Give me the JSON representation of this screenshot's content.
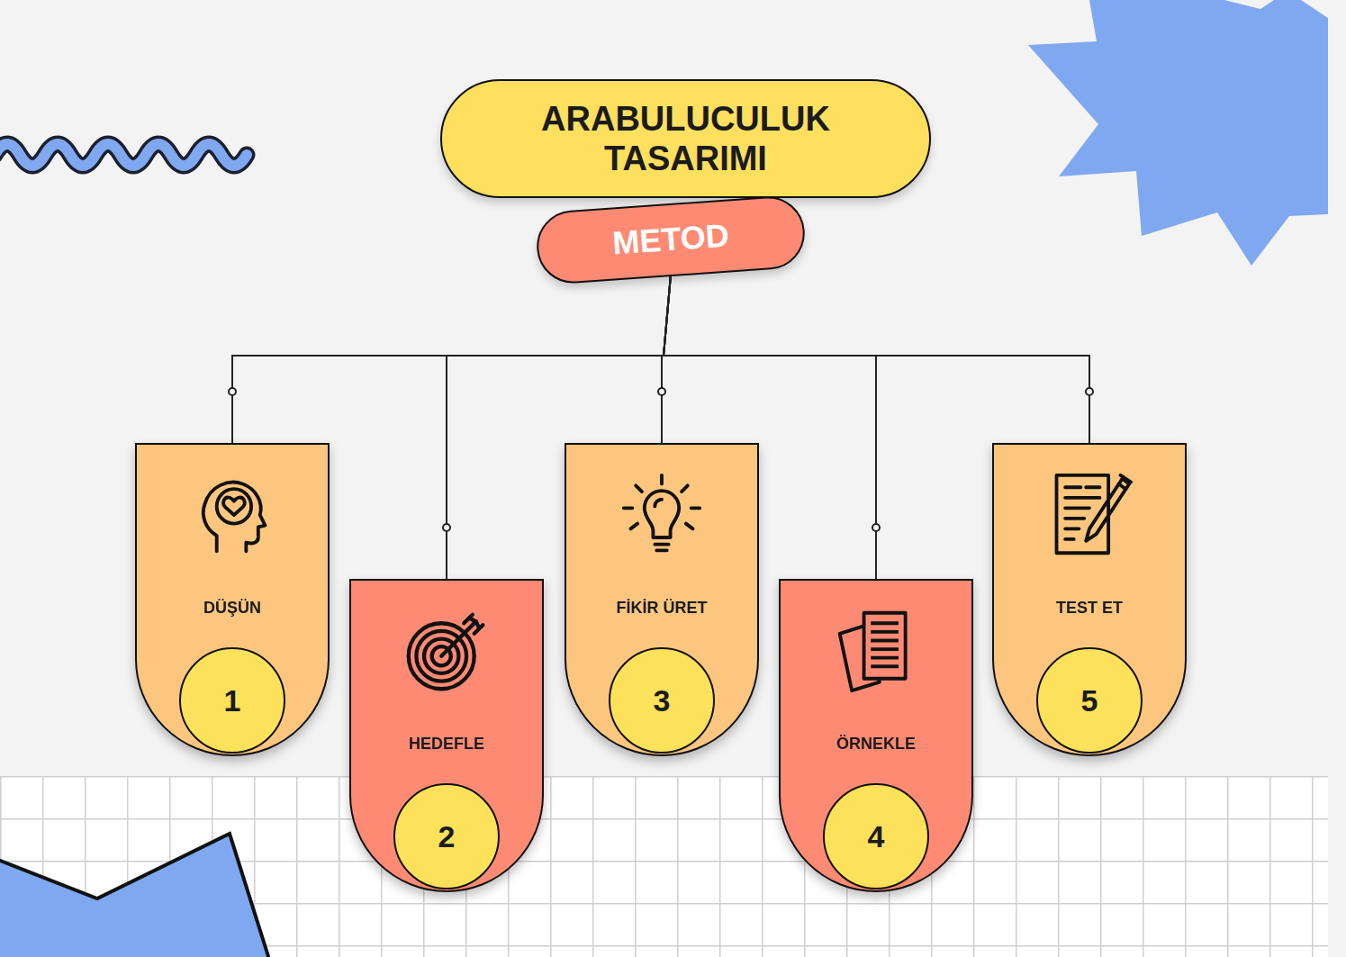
{
  "diagram": {
    "nodes": [
      {
        "text": [
          "ARABULUCULUK TASARIMI"
        ]
      },
      {
        "text": [
          "METOD"
        ]
      },
      {
        "text": [
          "DÜŞÜN"
        ]
      },
      {
        "text": [
          "1"
        ],
        "in": 2
      },
      {
        "text": [
          "HEDEFLE"
        ]
      },
      {
        "text": [
          "2"
        ],
        "in": 4
      },
      {
        "text": [
          "FİKİR ÜRET"
        ]
      },
      {
        "text": [
          "3"
        ],
        "in": 6
      },
      {
        "text": [
          "ÖRNEKLE"
        ]
      },
      {
        "text": [
          "4"
        ],
        "in": 8
      },
      {
        "text": [
          "TEST ET"
        ]
      },
      {
        "text": [
          "5"
        ],
        "in": 10
      }
    ],
    "edges": [
      {
        "from": 1,
        "to": 2,
        "arrow": "none"
      },
      {
        "from": 1,
        "to": 4,
        "arrow": "none"
      },
      {
        "from": 1,
        "to": 6,
        "arrow": "none"
      },
      {
        "from": 1,
        "to": 8,
        "arrow": "none"
      },
      {
        "from": 1,
        "to": 10,
        "arrow": "none"
      }
    ]
  }
}
